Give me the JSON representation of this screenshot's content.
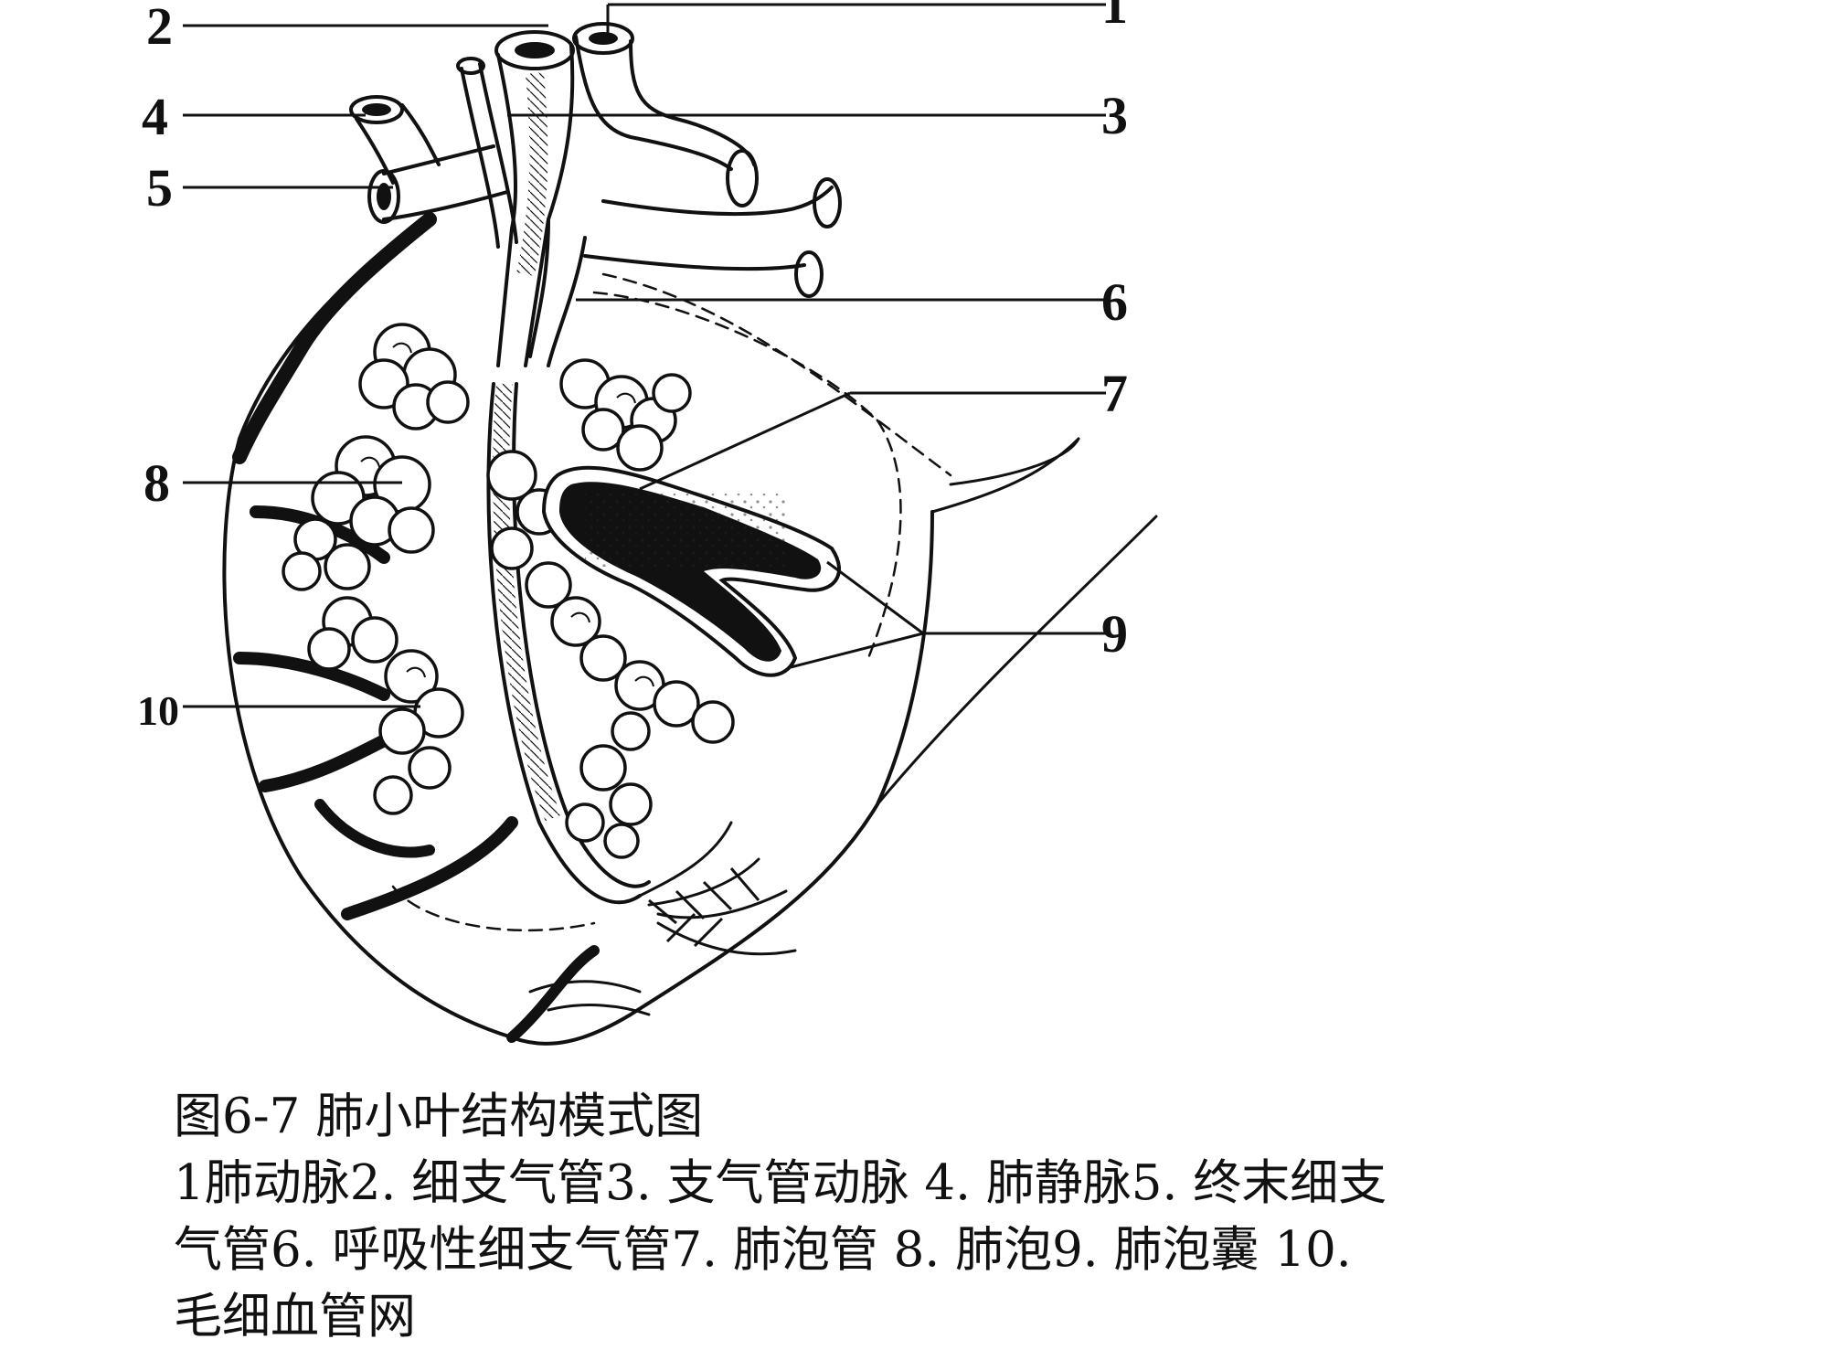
{
  "diagram": {
    "labels": {
      "l1": "1",
      "l2": "2",
      "l3": "3",
      "l4": "4",
      "l5": "5",
      "l6": "6",
      "l7": "7",
      "l8": "8",
      "l9": "9",
      "l10": "10"
    }
  },
  "caption": {
    "title": "图6-7 肺小叶结构模式图",
    "line1": "1肺动脉2. 细支气管3. 支气管动脉 4. 肺静脉5. 终末细支",
    "line2": "气管6. 呼吸性细支气管7. 肺泡管 8. 肺泡9. 肺泡囊 10.",
    "line3": "毛细血管网"
  }
}
